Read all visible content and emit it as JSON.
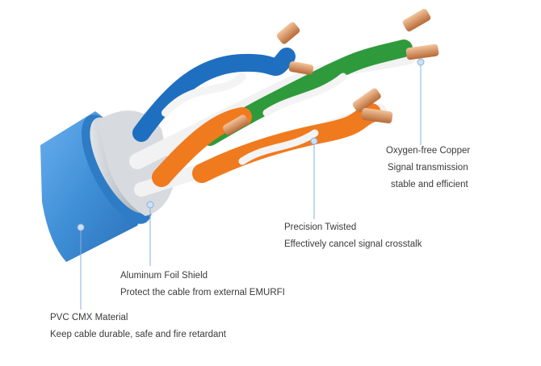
{
  "colors": {
    "jacket": "#3f8fd6",
    "foil": "#c9ced3",
    "pair_blue": "#1f6fc0",
    "pair_green": "#2e9a3c",
    "pair_orange": "#f07a1e",
    "pair_white": "#f4f4f4",
    "copper": "#d9925e",
    "leader_line": "#8aaedc"
  },
  "callouts": {
    "copper": {
      "line1": "Oxygen-free Copper",
      "line2": "Signal transmission",
      "line3": "stable and efficient"
    },
    "twisted": {
      "line1": "Precision Twisted",
      "line2": "Effectively cancel signal crosstalk"
    },
    "foil": {
      "line1": "Aluminum Foil Shield",
      "line2": "Protect the cable from external EMURFI"
    },
    "pvc": {
      "line1": "PVC CMX Material",
      "line2": "Keep cable durable, safe and fire retardant"
    }
  }
}
